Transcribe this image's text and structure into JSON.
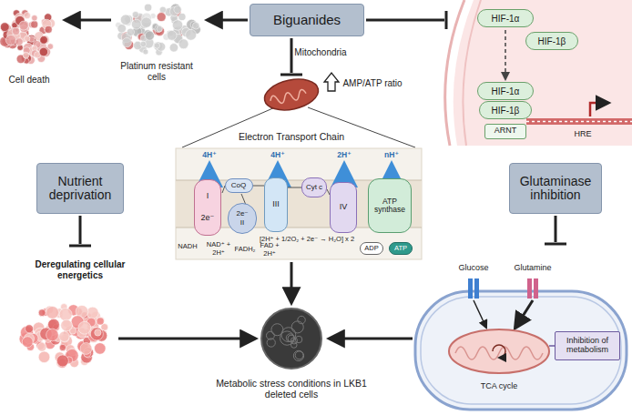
{
  "diagram": {
    "nodes": [
      {
        "text": [
          "Biguanides"
        ]
      },
      {
        "text": [
          "HIF-1α"
        ]
      },
      {
        "text": [
          "HIF-1β"
        ]
      },
      {
        "text": [
          "HIF-1α"
        ]
      },
      {
        "text": [
          "HIF-1β"
        ]
      },
      {
        "text": [
          "ARNT"
        ]
      },
      {
        "text": [
          "Nutrient deprivation"
        ]
      },
      {
        "text": [
          "I",
          "2e⁻"
        ]
      },
      {
        "text": [
          "CoQ"
        ]
      },
      {
        "text": [
          "2e⁻",
          "II"
        ]
      },
      {
        "text": [
          "III"
        ]
      },
      {
        "text": [
          "Cyt c"
        ]
      },
      {
        "text": [
          "IV"
        ]
      },
      {
        "text": [
          "ATP synthase"
        ]
      },
      {
        "text": [
          "ADP"
        ]
      },
      {
        "text": [
          "ATP"
        ]
      },
      {
        "text": [
          "Glutaminase inhibition"
        ]
      },
      {
        "text": [
          "Inhibition of metabolism"
        ]
      }
    ],
    "edges": [
      {
        "from": 1,
        "to": 3,
        "arrow": "to"
      }
    ],
    "labels": [
      "Cell death",
      "Platinum resistant cells",
      "Mitochondria",
      "AMP/ATP ratio",
      "Electron Transport Chain",
      "HRE",
      "4H⁺",
      "4H⁺",
      "2H⁺",
      "nH⁺",
      "NADH",
      "NAD⁺ + 2H⁺",
      "FADH₂",
      "FAD + 2H⁺",
      "[2H⁺ + 1/2O₂ + 2e⁻ → H₂O] x 2",
      "Deregulating cellular energetics",
      "Metabolic stress conditions in LKB1 deleted cells",
      "Glucose",
      "Glutamine",
      "TCA cycle"
    ]
  }
}
